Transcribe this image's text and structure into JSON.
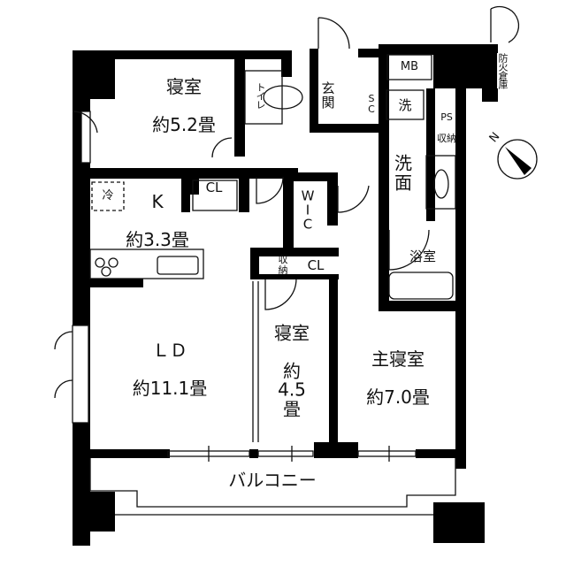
{
  "colors": {
    "wall": "#000000",
    "background": "#ffffff",
    "line": "#111111"
  },
  "rooms": {
    "bedroom_nw": {
      "name": "寝室",
      "size": "約5.2畳"
    },
    "kitchen": {
      "name": "K",
      "size": "約3.3畳"
    },
    "living_dining": {
      "name": "ＬＤ",
      "size": "約11.1畳"
    },
    "bedroom_mid": {
      "name": "寝室",
      "size": "約\n4.5\n畳"
    },
    "master_bedroom": {
      "name": "主寝室",
      "size": "約7.0畳"
    },
    "balcony": {
      "name": "バルコニー"
    },
    "entrance": {
      "name": "玄\n関"
    },
    "toilet": {
      "name": "トイレ"
    },
    "washroom": {
      "name": "洗\n面"
    },
    "bathroom": {
      "name": "浴室"
    },
    "walk_in_closet": {
      "name": "W\nI\nC"
    }
  },
  "fixtures": {
    "refrigerator": "冷",
    "washing_machine": "洗",
    "meter_box": "MB",
    "pipe_space": "PS",
    "shoe_closet": "S\nC",
    "storage_wash": "収納",
    "storage_mid": "収\n納",
    "closet_top": "CL",
    "closet_mid": "CL",
    "fireproof_storage": "防火倉庫"
  },
  "compass": {
    "north_label": "N"
  }
}
